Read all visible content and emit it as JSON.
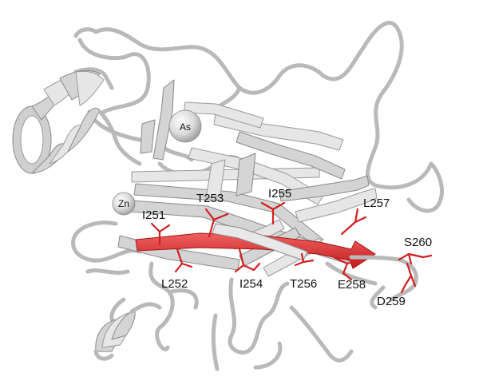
{
  "ions": [
    {
      "label": "As"
    },
    {
      "label": "Zn"
    }
  ],
  "residues": [
    {
      "label": "I251"
    },
    {
      "label": "L252"
    },
    {
      "label": "T253"
    },
    {
      "label": "I254"
    },
    {
      "label": "I255"
    },
    {
      "label": "T256"
    },
    {
      "label": "L257"
    },
    {
      "label": "E258"
    },
    {
      "label": "D259"
    },
    {
      "label": "S260"
    }
  ],
  "colors": {
    "highlight_strand": "#e53935",
    "side_chains": "#d11f1f",
    "protein": "#c8c8c8"
  }
}
